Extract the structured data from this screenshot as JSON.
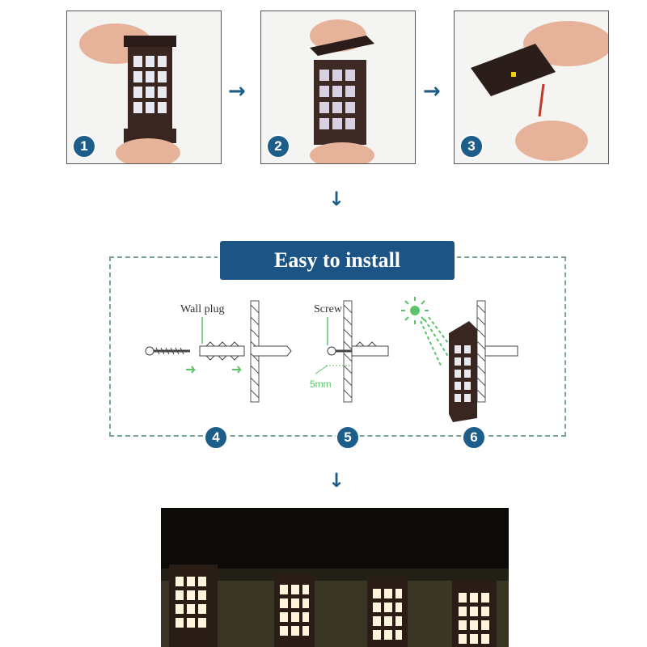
{
  "steps": [
    {
      "number": "1"
    },
    {
      "number": "2"
    },
    {
      "number": "3"
    },
    {
      "number": "4"
    },
    {
      "number": "5"
    },
    {
      "number": "6"
    }
  ],
  "install": {
    "title": "Easy to install",
    "wall_plug_label": "Wall plug",
    "screw_label": "Screw",
    "depth_label": "5mm"
  },
  "icons": {
    "arrow_right": "→",
    "arrow_down": "↓"
  },
  "colors": {
    "accent": "#1d5d8a",
    "banner": "#1c5585",
    "dashed_border": "#7aa39a",
    "green_arrow": "#5cc36a"
  }
}
